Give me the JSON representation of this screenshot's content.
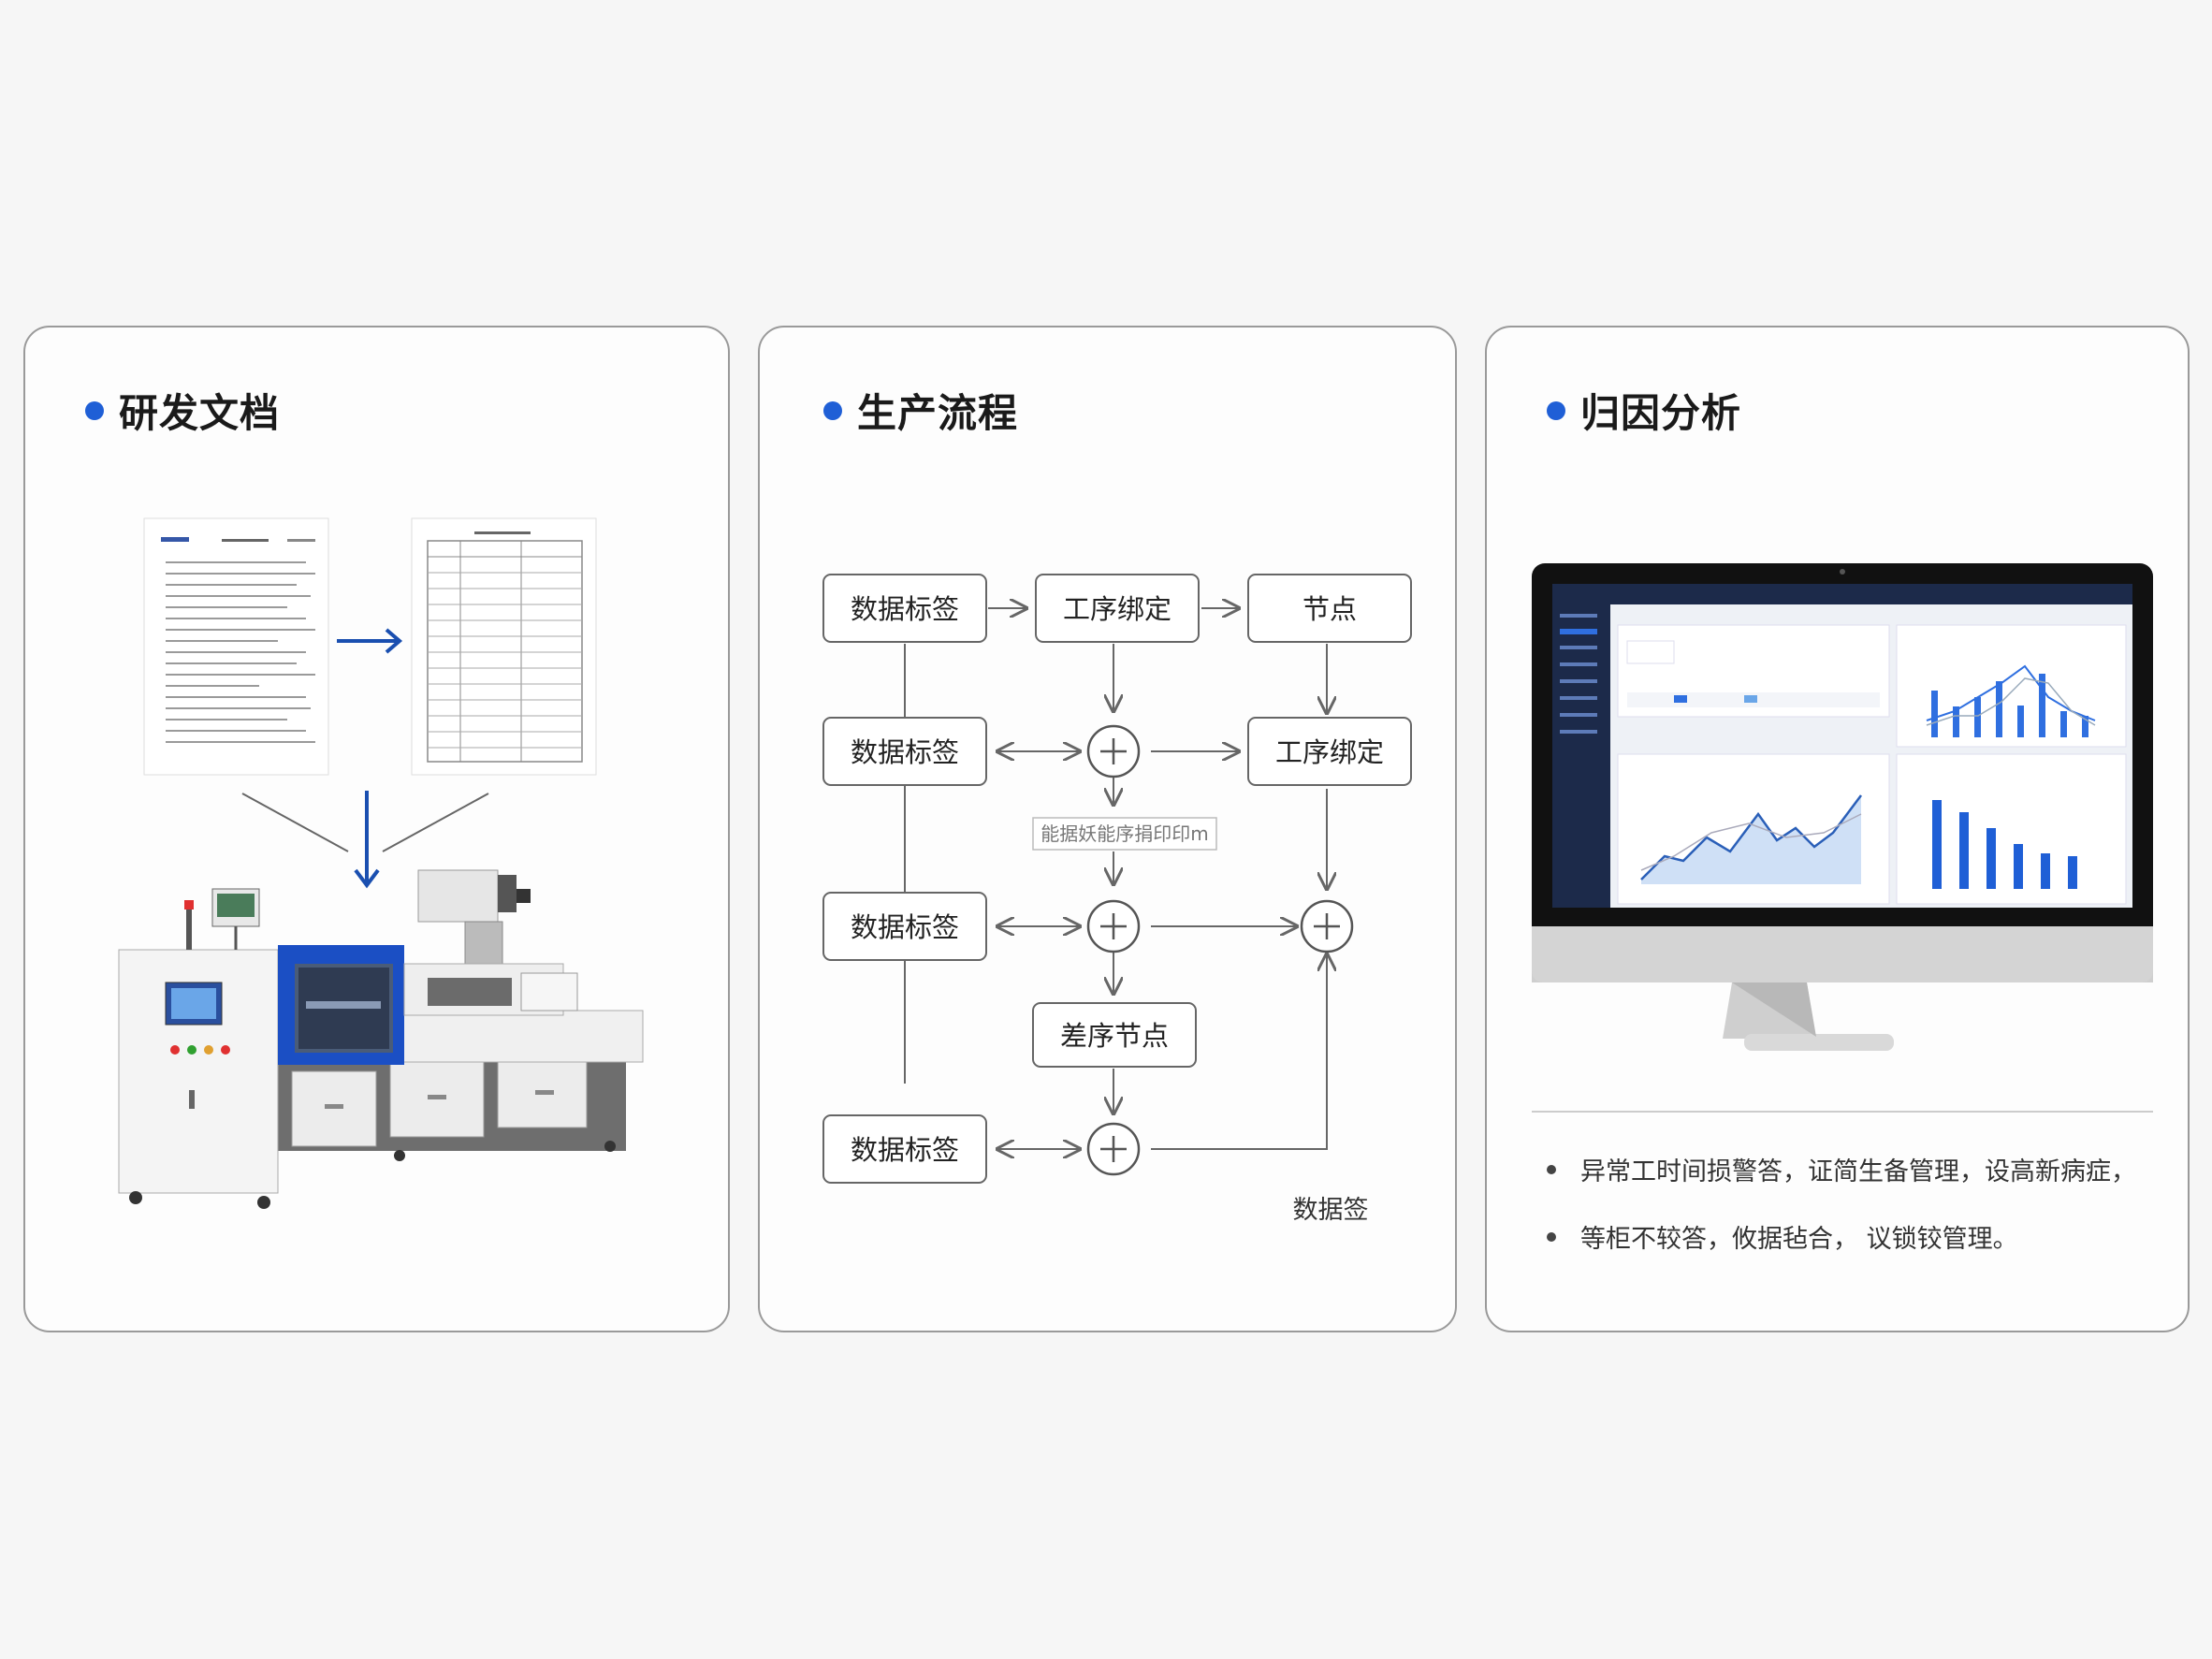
{
  "panels": [
    {
      "title": "研发文档"
    },
    {
      "title": "生产流程"
    },
    {
      "title": "归因分析"
    }
  ],
  "flow": {
    "row1": [
      "数据标签",
      "工序绑定",
      "节点"
    ],
    "row2_left": "数据标签",
    "row2_right": "工序绑定",
    "row3_left": "数据标签",
    "row4_node": "差序节点",
    "row5_left": "数据标签",
    "middle_note": "能据妖能序捐印印m",
    "footer": "数据签"
  },
  "analysis": {
    "bullets": [
      "异常工时间损警答，证简生备管理，设高新病症，",
      "等柜不较答，攸据毡合， 议锁铰管理。"
    ]
  },
  "colors": {
    "accent": "#1f5fd6",
    "machine_blue": "#1b4fc4",
    "arrow_blue": "#1a4fb0",
    "dashboard_navy": "#1c2a4a"
  },
  "icons": [
    "document-icon",
    "table-document-icon",
    "arrow-right-icon",
    "arrow-down-icon",
    "injection-machine-icon",
    "plus-node-icon",
    "monitor-icon"
  ]
}
